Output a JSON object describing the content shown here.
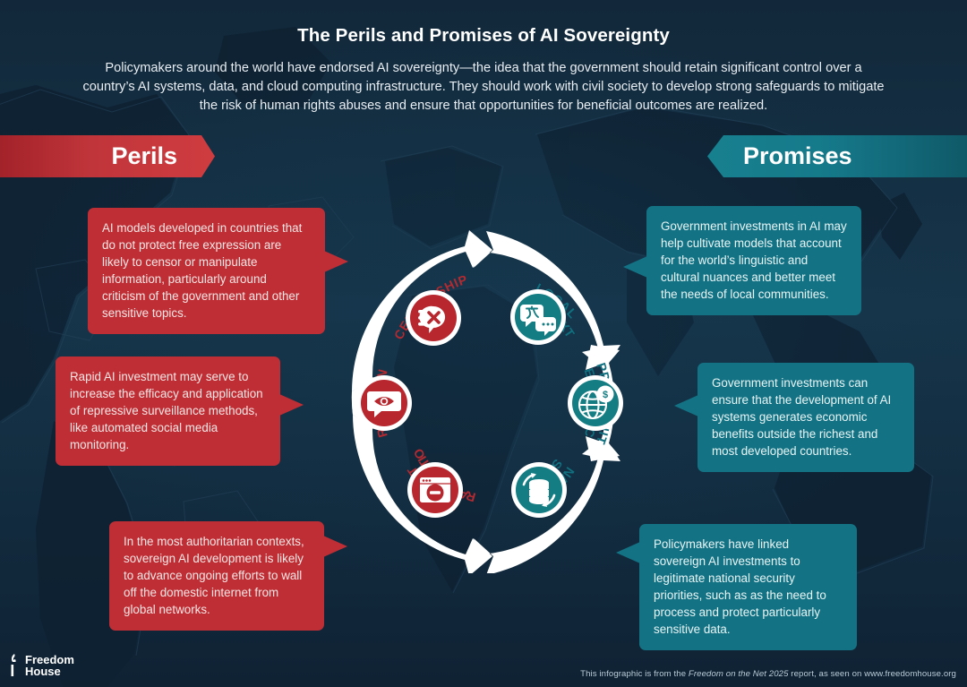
{
  "header": {
    "title": "The Perils and Promises of AI Sovereignty",
    "subtitle": "Policymakers around the world have endorsed AI sovereignty—the idea that the government should retain significant control over a country’s AI systems, data, and cloud computing infrastructure. They should work with civil society to develop strong safeguards to mitigate the risk of human rights abuses and ensure that opportunities for beneficial outcomes are realized."
  },
  "banners": {
    "perils": "Perils",
    "promises": "Promises"
  },
  "colors": {
    "red": "#bf2e35",
    "red_dark": "#a02128",
    "teal": "#137384",
    "teal_dark": "#0f5766",
    "background": "#13293a",
    "wheel_ring": "#ffffff"
  },
  "perils_callouts": [
    {
      "id": "callout-r1",
      "text": "AI models developed in countries that do not protect free expression are likely to censor or manipulate information, particularly around criticism of the government and other sensitive topics.",
      "links_to": "CENSORSHIP"
    },
    {
      "id": "callout-r2",
      "text": "Rapid AI investment may serve to increase the efficacy and application of repressive surveillance methods, like automated social media monitoring.",
      "links_to": "SURVEILLANCE"
    },
    {
      "id": "callout-r3",
      "text": "In the most authoritarian contexts, sovereign AI development is likely to advance ongoing efforts to wall off the domestic internet from global networks.",
      "links_to": "INTERNET FRAGMENTATION"
    }
  ],
  "promises_callouts": [
    {
      "id": "callout-t1",
      "text": "Government investments in AI may help cultivate models that account for the world’s linguistic and cultural nuances and better meet the needs of local communities.",
      "links_to": "LOCAL CONTEXT"
    },
    {
      "id": "callout-t2",
      "text": "Government investments can ensure that the development of AI systems generates economic benefits outside the richest and most developed countries.",
      "links_to": "ECONOMIC OPPORTUNITY"
    },
    {
      "id": "callout-t3",
      "text": "Policymakers have linked sovereign AI investments to legitimate national security priorities, such as as the need to process and protect particularly sensitive data.",
      "links_to": "NATIONAL SECURITY"
    }
  ],
  "wheel": {
    "segments": [
      {
        "label": "CENSORSHIP",
        "label_line1": "CENSORSHIP",
        "label_line2": "",
        "side": "perils",
        "color": "#b32a31",
        "icon": "censorship-icon"
      },
      {
        "label": "LOCAL CONTEXT",
        "label_line1": "LOCAL",
        "label_line2": "CONTEXT",
        "side": "promises",
        "color": "#10707f",
        "icon": "local-context-icon"
      },
      {
        "label": "ECONOMIC OPPORTUNITY",
        "label_line1": "ECONOMIC",
        "label_line2": "OPPORTUNITY",
        "side": "promises",
        "color": "#10707f",
        "icon": "economic-opportunity-icon"
      },
      {
        "label": "NATIONAL SECURITY",
        "label_line1": "NATIONAL",
        "label_line2": "SECURITY",
        "side": "promises",
        "color": "#10707f",
        "icon": "national-security-icon"
      },
      {
        "label": "INTERNET FRAGMENTATION",
        "label_line1": "INTERNET",
        "label_line2": "FRAGMENTATION",
        "side": "perils",
        "color": "#b32a31",
        "icon": "internet-fragmentation-icon"
      },
      {
        "label": "SURVEILLANCE",
        "label_line1": "SURVEILLANCE",
        "label_line2": "",
        "side": "perils",
        "color": "#b32a31",
        "icon": "surveillance-icon"
      }
    ]
  },
  "footer": {
    "note_part1": "This infographic is from the ",
    "note_italic": "Freedom on the Net 2025",
    "note_part2": " report, as seen on www.freedomhouse.org",
    "logo_line1": "Freedom",
    "logo_line2": "House"
  }
}
